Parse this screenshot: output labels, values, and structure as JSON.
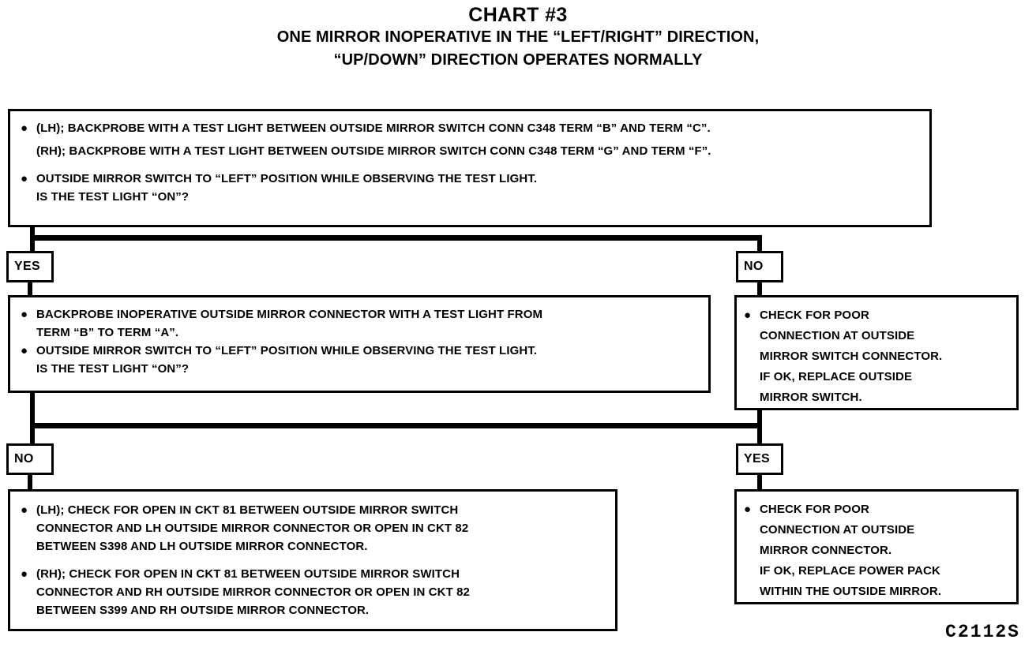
{
  "title": {
    "main": "CHART #3",
    "sub_line_1": "ONE MIRROR INOPERATIVE IN THE “LEFT/RIGHT” DIRECTION,",
    "sub_line_2": "“UP/DOWN” DIRECTION OPERATES NORMALLY"
  },
  "figure_code": "C2112S",
  "bullet_glyph": "●",
  "boxes": {
    "step1": {
      "bullet1": {
        "line1": "(LH); BACKPROBE WITH A TEST LIGHT BETWEEN OUTSIDE MIRROR SWITCH CONN C348 TERM “B” AND TERM “C”.",
        "line2": "(RH); BACKPROBE WITH A TEST LIGHT BETWEEN OUTSIDE MIRROR SWITCH CONN C348 TERM “G” AND TERM “F”."
      },
      "bullet2": {
        "line1": "OUTSIDE MIRROR SWITCH TO “LEFT” POSITION WHILE OBSERVING THE TEST LIGHT.",
        "line2": "IS THE TEST LIGHT “ON”?"
      }
    },
    "step2": {
      "bullet1": {
        "line1": "BACKPROBE INOPERATIVE OUTSIDE MIRROR CONNECTOR WITH A TEST LIGHT FROM",
        "line2": "TERM “B” TO TERM “A”."
      },
      "bullet2": {
        "line1": "OUTSIDE MIRROR SWITCH TO “LEFT” POSITION WHILE OBSERVING THE TEST LIGHT.",
        "line2": "IS THE TEST LIGHT “ON”?"
      }
    },
    "result_switch": {
      "bullet1": {
        "line1": "CHECK FOR POOR",
        "line2": "CONNECTION AT OUTSIDE",
        "line3": "MIRROR SWITCH CONNECTOR.",
        "line4": "IF OK, REPLACE OUTSIDE",
        "line5": "MIRROR SWITCH."
      }
    },
    "step3": {
      "bullet1": {
        "line1": "(LH); CHECK FOR OPEN IN CKT 81 BETWEEN OUTSIDE MIRROR SWITCH",
        "line2": "CONNECTOR AND LH OUTSIDE MIRROR CONNECTOR OR OPEN IN CKT 82",
        "line3": "BETWEEN S398 AND LH OUTSIDE MIRROR CONNECTOR."
      },
      "bullet2": {
        "line1": "(RH); CHECK FOR OPEN IN CKT 81 BETWEEN OUTSIDE MIRROR SWITCH",
        "line2": "CONNECTOR AND RH OUTSIDE MIRROR CONNECTOR OR OPEN IN CKT 82",
        "line3": "BETWEEN S399 AND RH OUTSIDE MIRROR CONNECTOR."
      }
    },
    "result_power_pack": {
      "bullet1": {
        "line1": "CHECK FOR POOR",
        "line2": "CONNECTION AT  OUTSIDE",
        "line3": "MIRROR CONNECTOR.",
        "line4": "IF OK, REPLACE POWER PACK",
        "line5": "WITHIN THE OUTSIDE MIRROR."
      }
    }
  },
  "tags": {
    "row1_left": "YES",
    "row1_right": "NO",
    "row2_left": "NO",
    "row2_right": "YES"
  }
}
